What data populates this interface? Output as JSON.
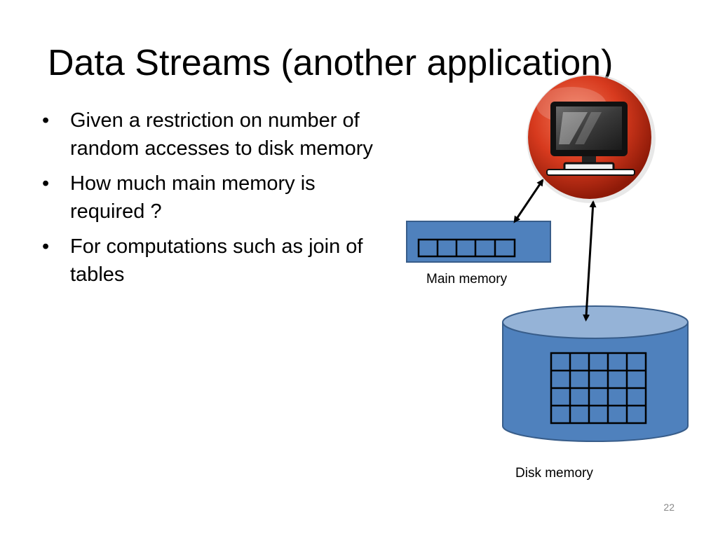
{
  "slide": {
    "title": "Data Streams (another application)",
    "page_number": "22"
  },
  "bullets": [
    "Given a restriction on number of random accesses to disk memory",
    "How much main memory is required ?",
    "For computations such as join of tables"
  ],
  "diagram": {
    "main_memory_label": "Main memory",
    "disk_memory_label": "Disk memory",
    "computer_icon": "computer-monitor-icon",
    "colors": {
      "memory_fill": "#4f81bd",
      "disk_top_fill": "#95b3d7",
      "computer_badge": "#d73a1e"
    }
  }
}
